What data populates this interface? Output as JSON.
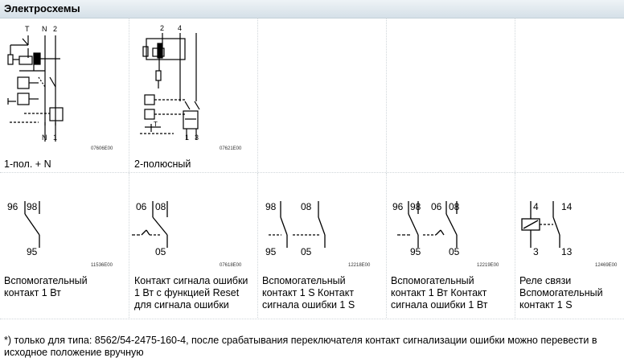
{
  "header": {
    "title": "Электросхемы"
  },
  "row1": [
    {
      "caption": "1-пол. + N",
      "code": "07606E00",
      "terminals_top": [
        "T",
        "N",
        "2"
      ],
      "terminals_bottom": [
        "N",
        "1"
      ]
    },
    {
      "caption": "2-полюсный",
      "code": "07621E00",
      "terminals_top": [
        "2",
        "4"
      ],
      "terminals_bottom": [
        "1",
        "3"
      ],
      "t_label": "T"
    }
  ],
  "row2": [
    {
      "caption": "Вспомогательный контакт 1 Вт",
      "code": "11536E00",
      "labels_top": [
        "96",
        "98"
      ],
      "labels_bottom": [
        "95"
      ]
    },
    {
      "caption": "Контакт сигнала ошибки 1 Вт с функцией Reset для сигнала ошибки",
      "code": "07618E00",
      "labels_top": [
        "06",
        "08"
      ],
      "labels_bottom": [
        "05"
      ]
    },
    {
      "caption": "Вспомогательный контакт 1 S Контакт сигнала ошибки 1 S",
      "code": "12218E00",
      "labels_top": [
        "98",
        "08"
      ],
      "labels_bottom": [
        "95",
        "05"
      ]
    },
    {
      "caption": "Вспомогательный контакт 1 Вт Контакт сигнала ошибки 1 Вт",
      "code": "12219E00",
      "labels_top": [
        "96",
        "98",
        "06",
        "08"
      ],
      "labels_bottom": [
        "95",
        "05"
      ]
    },
    {
      "caption": "Реле связи Вспомогательный контакт 1 S",
      "code": "12469E00",
      "labels_top": [
        "4",
        "14"
      ],
      "labels_bottom": [
        "3",
        "13"
      ]
    }
  ],
  "footnote": "*) только для типа: 8562/54-2475-160-4, после срабатывания переключателя контакт сигнализации ошибки можно перевести в исходное положение вручную"
}
